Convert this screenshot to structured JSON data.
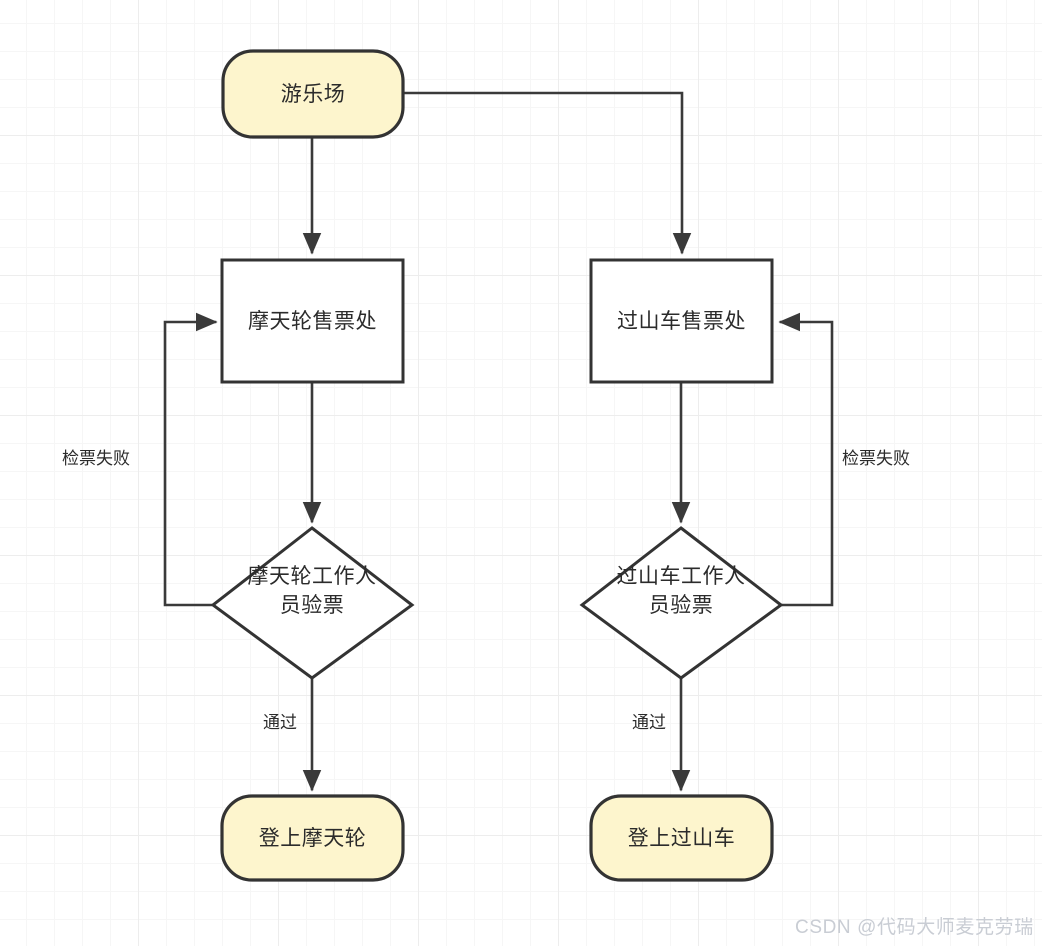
{
  "diagram": {
    "type": "flowchart",
    "background": "grid-paper",
    "colors": {
      "node_fill_terminal": "#fdf5cd",
      "node_fill_process": "#ffffff",
      "node_stroke": "#333333",
      "edge_stroke": "#3a3a3a",
      "text": "#2b2b2b",
      "grid_minor": "#f6f6f6",
      "grid_major": "#ededed",
      "watermark": "#c9cdd4"
    },
    "nodes": [
      {
        "id": "start",
        "shape": "stadium",
        "label": "游乐场"
      },
      {
        "id": "ferris-ticket",
        "shape": "rectangle",
        "label": "摩天轮售票处"
      },
      {
        "id": "coaster-ticket",
        "shape": "rectangle",
        "label": "过山车售票处"
      },
      {
        "id": "ferris-check",
        "shape": "diamond",
        "label_line1": "摩天轮工作人",
        "label_line2": "员验票"
      },
      {
        "id": "coaster-check",
        "shape": "diamond",
        "label_line1": "过山车工作人",
        "label_line2": "员验票"
      },
      {
        "id": "ferris-end",
        "shape": "stadium",
        "label": "登上摩天轮"
      },
      {
        "id": "coaster-end",
        "shape": "stadium",
        "label": "登上过山车"
      }
    ],
    "edges": [
      {
        "id": "start-to-ferris-ticket",
        "from": "start",
        "to": "ferris-ticket",
        "label": ""
      },
      {
        "id": "start-to-coaster-ticket",
        "from": "start",
        "to": "coaster-ticket",
        "label": ""
      },
      {
        "id": "ferris-ticket-to-check",
        "from": "ferris-ticket",
        "to": "ferris-check",
        "label": ""
      },
      {
        "id": "coaster-ticket-to-check",
        "from": "coaster-ticket",
        "to": "coaster-check",
        "label": ""
      },
      {
        "id": "ferris-check-fail",
        "from": "ferris-check",
        "to": "ferris-ticket",
        "label": "检票失败"
      },
      {
        "id": "coaster-check-fail",
        "from": "coaster-check",
        "to": "coaster-ticket",
        "label": "检票失败"
      },
      {
        "id": "ferris-check-pass",
        "from": "ferris-check",
        "to": "ferris-end",
        "label": "通过"
      },
      {
        "id": "coaster-check-pass",
        "from": "coaster-check",
        "to": "coaster-end",
        "label": "通过"
      }
    ]
  },
  "watermark": {
    "text": "CSDN @代码大师麦克劳瑞"
  }
}
